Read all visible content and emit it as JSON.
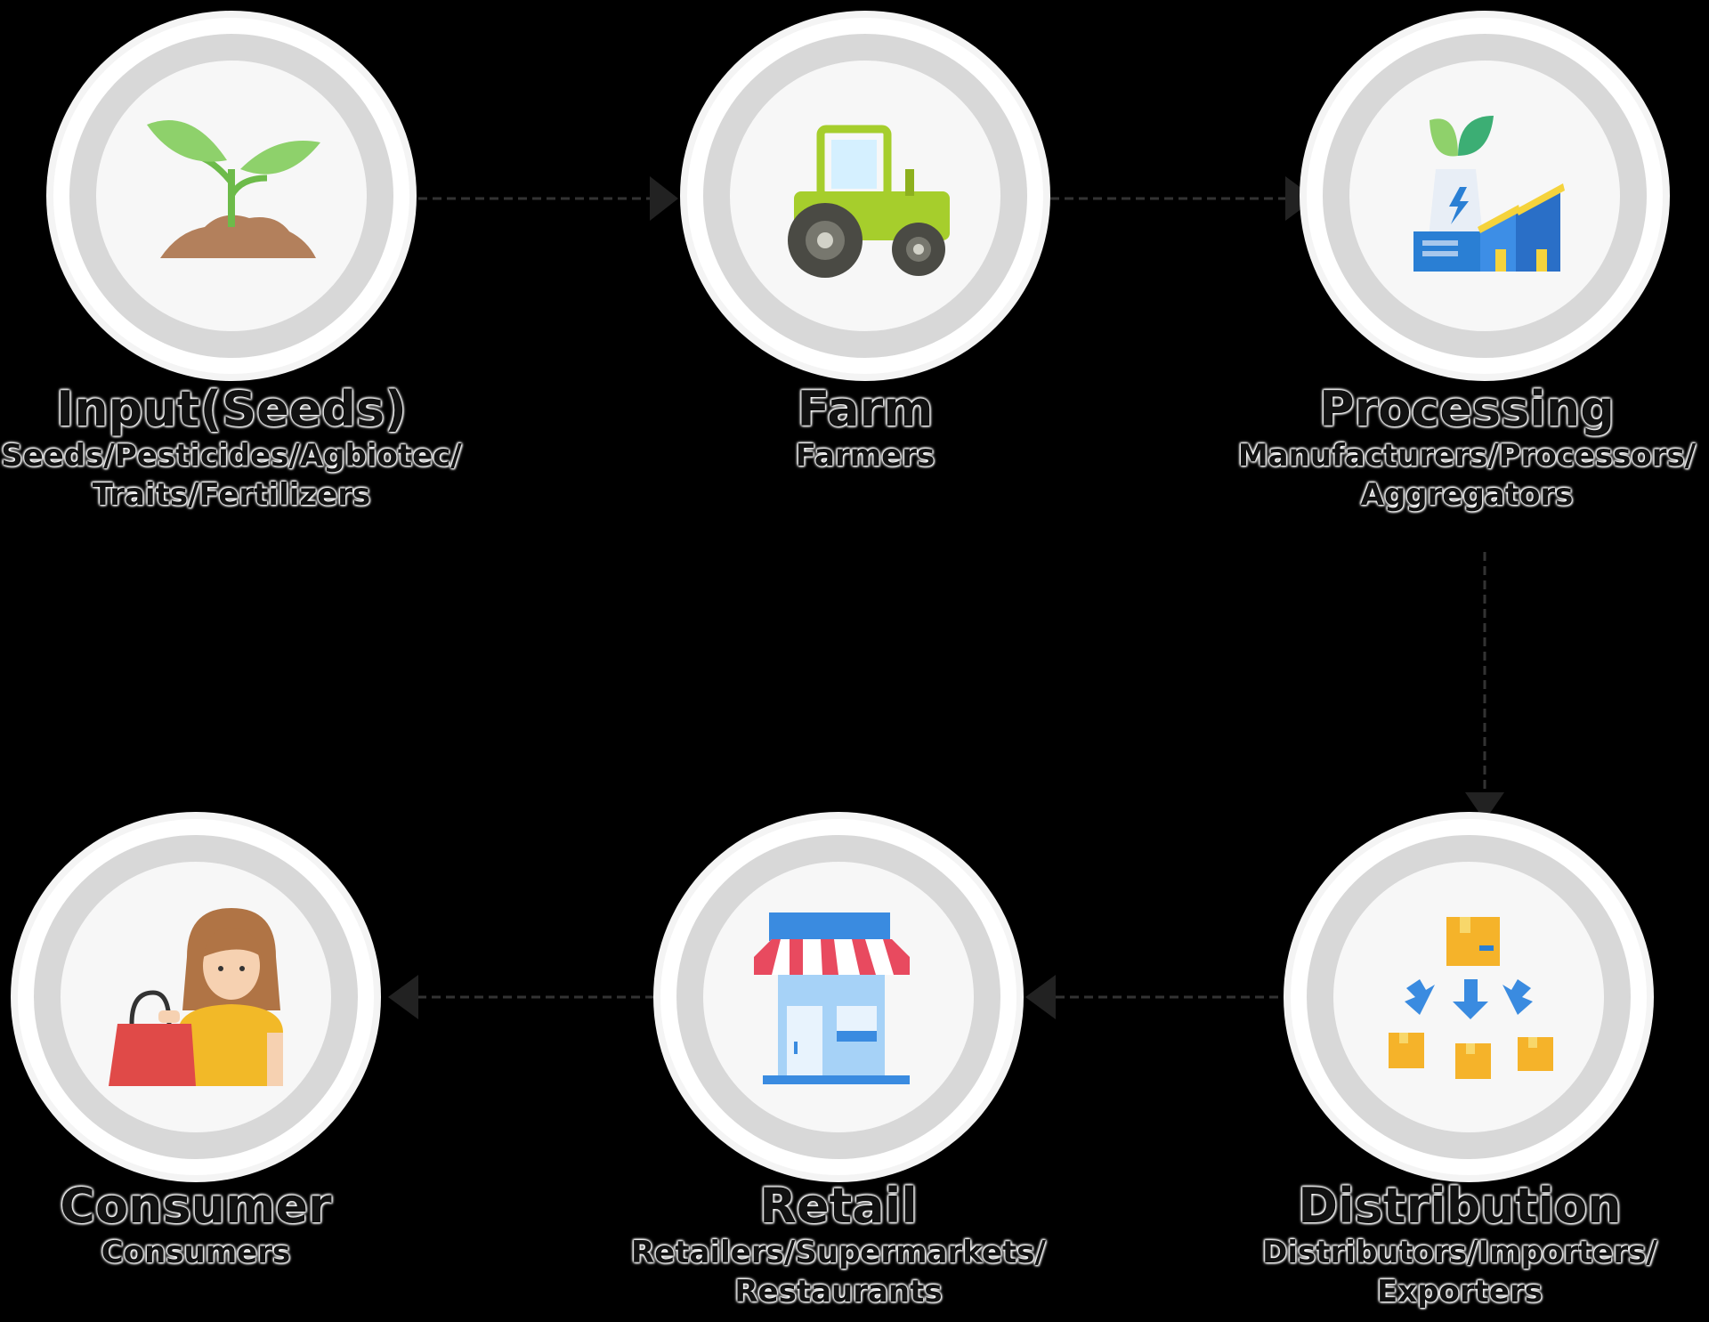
{
  "nodes": [
    {
      "id": "input",
      "title": "Input(Seeds)",
      "subtitle_line1": "Seeds/Pesticides/Agbiotec/",
      "subtitle_line2": "Traits/Fertilizers",
      "icon": "sprout-icon"
    },
    {
      "id": "farm",
      "title": "Farm",
      "subtitle_line1": "Farmers",
      "subtitle_line2": "",
      "icon": "tractor-icon"
    },
    {
      "id": "processing",
      "title": "Processing",
      "subtitle_line1": "Manufacturers/Processors/",
      "subtitle_line2": "Aggregators",
      "icon": "factory-icon"
    },
    {
      "id": "distribution",
      "title": "Distribution",
      "subtitle_line1": "Distributors/Importers/",
      "subtitle_line2": "Exporters",
      "icon": "boxes-distribution-icon"
    },
    {
      "id": "retail",
      "title": "Retail",
      "subtitle_line1": "Retailers/Supermarkets/",
      "subtitle_line2": "Restaurants",
      "icon": "storefront-icon"
    },
    {
      "id": "consumer",
      "title": "Consumer",
      "subtitle_line1": "Consumers",
      "subtitle_line2": "",
      "icon": "shopper-icon"
    }
  ],
  "flow": [
    "input",
    "farm",
    "processing",
    "distribution",
    "retail",
    "consumer"
  ],
  "colors": {
    "background": "#000000",
    "ring": "#d8d8d8",
    "circle_fill": "#f7f7f7",
    "arrow": "#222222",
    "text": "#111111"
  }
}
